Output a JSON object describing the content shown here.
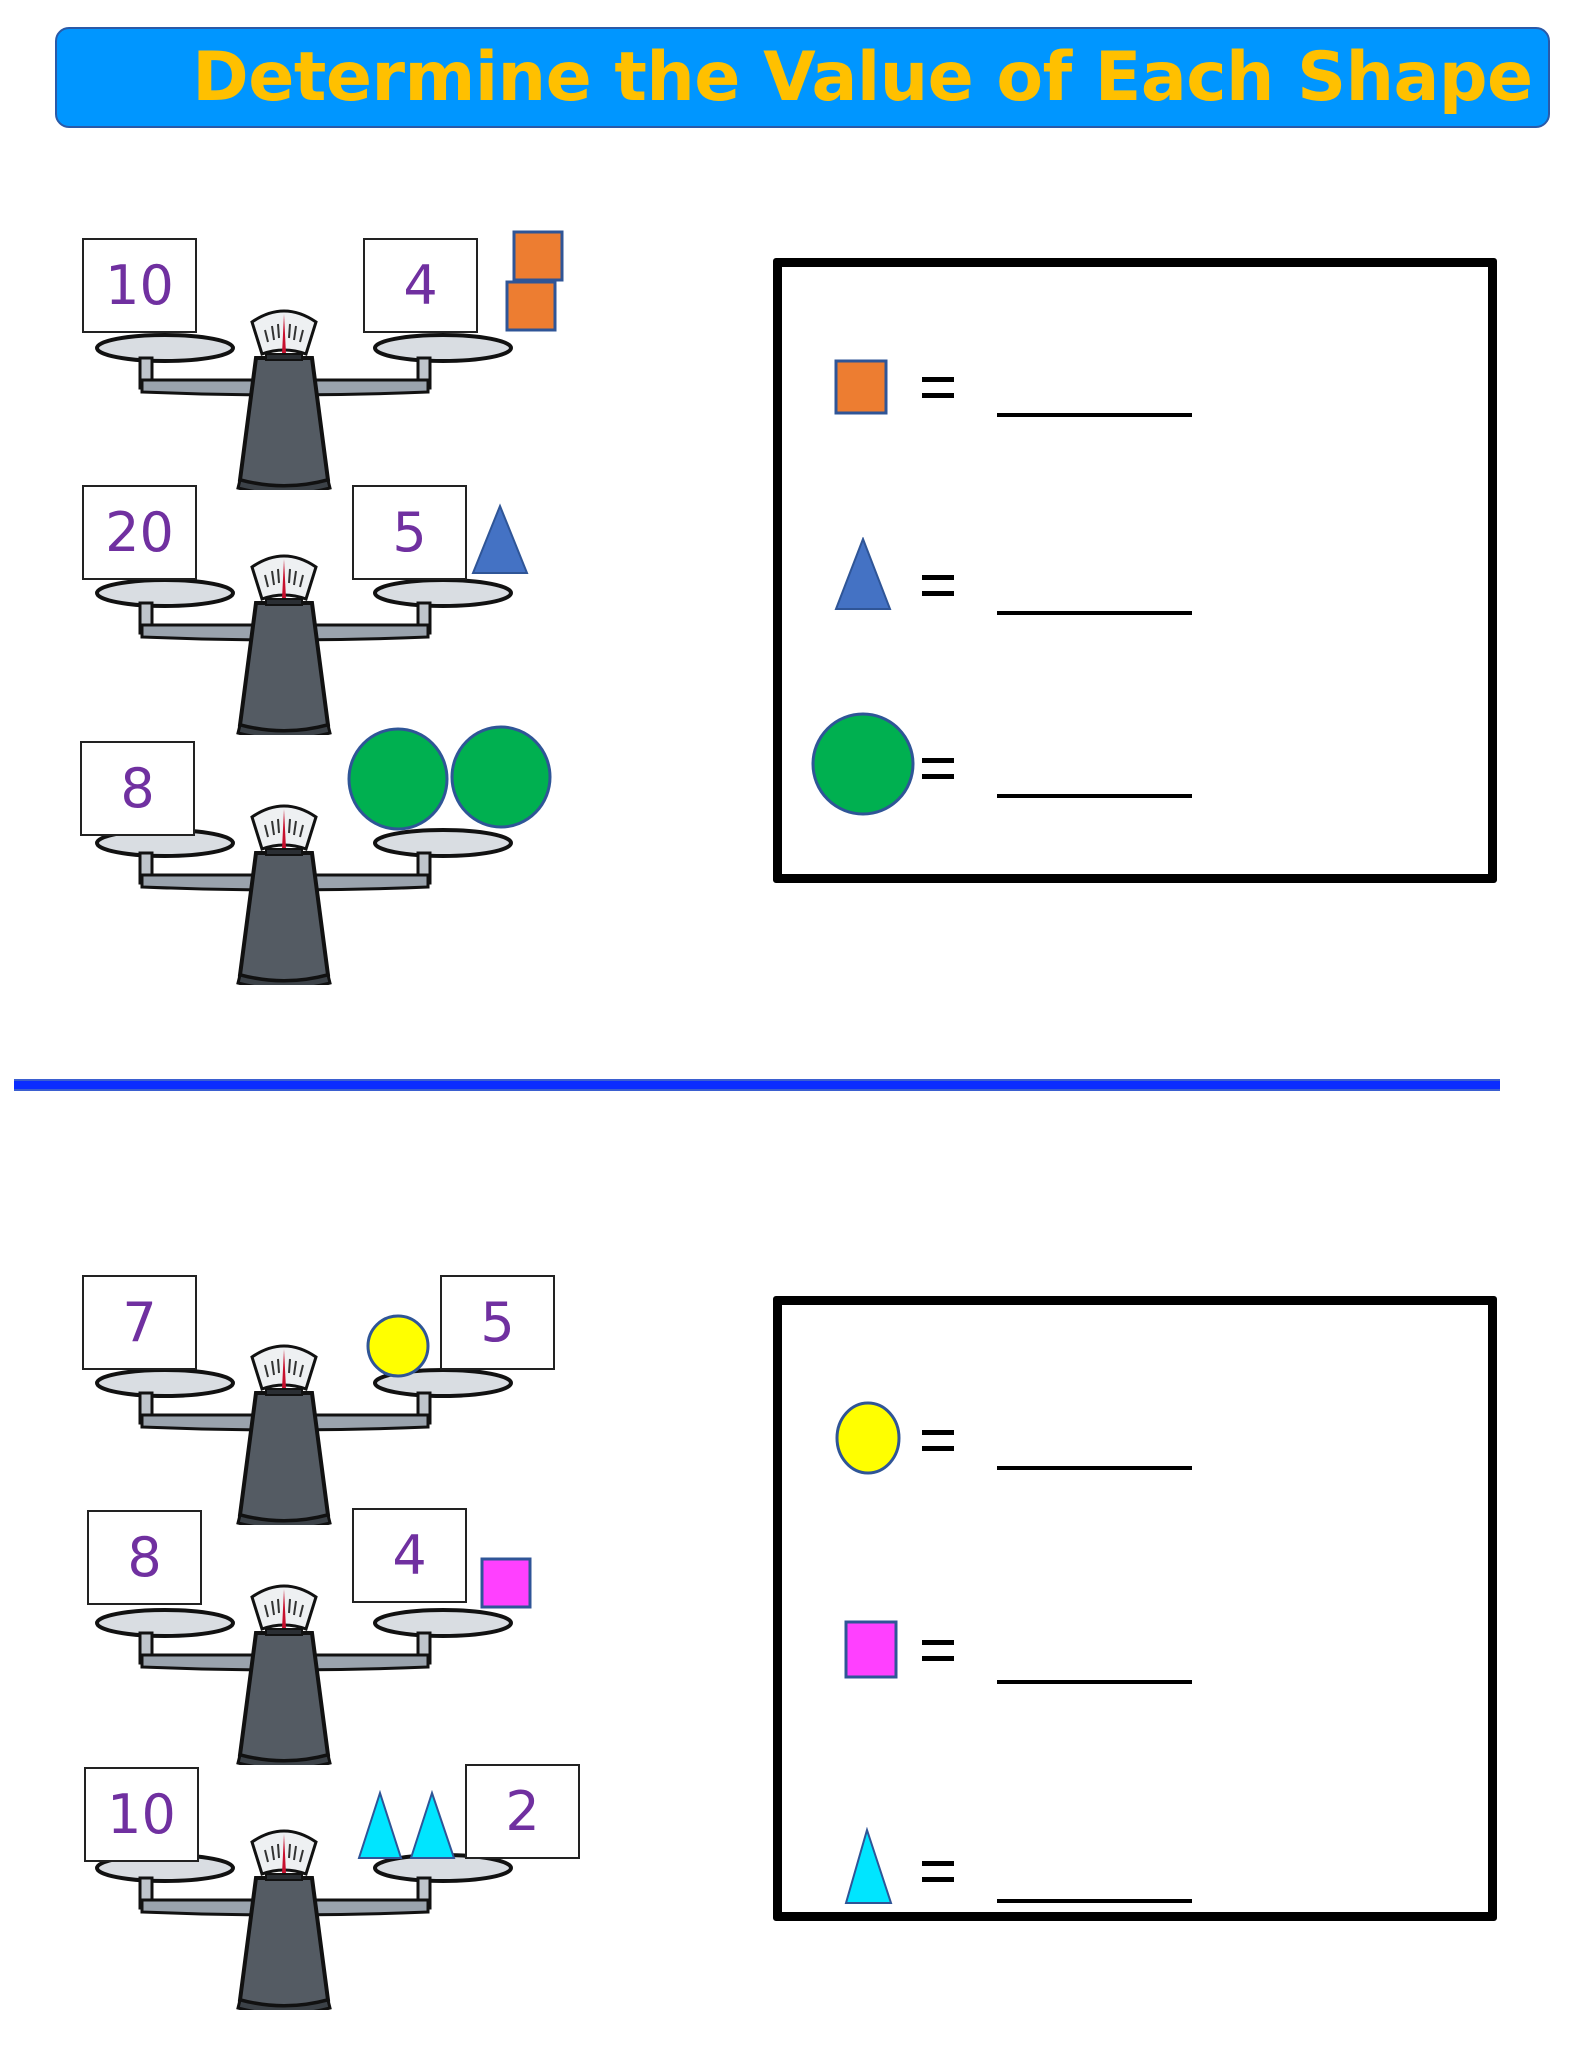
{
  "title": "Determine the Value of Each Shape",
  "colors": {
    "banner_bg": "#0096ff",
    "title_text": "#ffc000",
    "number_text": "#7030a0",
    "divider": "#0a2cff",
    "orange_square": "#ed7d31",
    "blue_triangle": "#4472c4",
    "green_circle": "#00b050",
    "yellow_circle": "#ffff00",
    "magenta_square": "#ff40ff",
    "cyan_triangle": "#00e5ff"
  },
  "section1": {
    "scales": [
      {
        "left": "10",
        "right": "4",
        "right_shapes": [
          "orange-square",
          "orange-square"
        ]
      },
      {
        "left": "20",
        "right": "5",
        "right_shapes": [
          "blue-triangle"
        ]
      },
      {
        "left": "8",
        "right": "",
        "right_shapes": [
          "green-circle",
          "green-circle"
        ]
      }
    ],
    "answers": [
      {
        "shape": "orange-square",
        "equals": "=",
        "value": ""
      },
      {
        "shape": "blue-triangle",
        "equals": "=",
        "value": ""
      },
      {
        "shape": "green-circle",
        "equals": "=",
        "value": ""
      }
    ]
  },
  "section2": {
    "scales": [
      {
        "left": "7",
        "right": "5",
        "right_shapes": [
          "yellow-circle"
        ]
      },
      {
        "left": "8",
        "right": "4",
        "right_shapes": [
          "magenta-square"
        ]
      },
      {
        "left": "10",
        "right": "2",
        "right_shapes": [
          "cyan-triangle",
          "cyan-triangle"
        ]
      }
    ],
    "answers": [
      {
        "shape": "yellow-circle",
        "equals": "=",
        "value": ""
      },
      {
        "shape": "magenta-square",
        "equals": "=",
        "value": ""
      },
      {
        "shape": "cyan-triangle",
        "equals": "=",
        "value": ""
      }
    ]
  }
}
